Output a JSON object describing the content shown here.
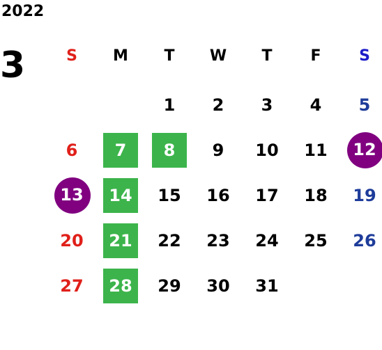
{
  "year": "2022",
  "month": "3",
  "colors": {
    "sunday": "#e0201a",
    "saturday_header": "#1c1cc9",
    "saturday": "#1e3c9a",
    "weekday": "#000000",
    "event": "#3cb44b",
    "holiday": "#800080",
    "highlight_text": "#ffffff"
  },
  "weekdays": [
    "S",
    "M",
    "T",
    "W",
    "T",
    "F",
    "S"
  ],
  "weeks": [
    [
      null,
      null,
      {
        "day": "1"
      },
      {
        "day": "2"
      },
      {
        "day": "3"
      },
      {
        "day": "4"
      },
      {
        "day": "5"
      }
    ],
    [
      {
        "day": "6"
      },
      {
        "day": "7",
        "mark": "event"
      },
      {
        "day": "8",
        "mark": "event"
      },
      {
        "day": "9"
      },
      {
        "day": "10"
      },
      {
        "day": "11"
      },
      {
        "day": "12",
        "mark": "holiday"
      }
    ],
    [
      {
        "day": "13",
        "mark": "holiday"
      },
      {
        "day": "14",
        "mark": "event"
      },
      {
        "day": "15"
      },
      {
        "day": "16"
      },
      {
        "day": "17"
      },
      {
        "day": "18"
      },
      {
        "day": "19"
      }
    ],
    [
      {
        "day": "20"
      },
      {
        "day": "21",
        "mark": "event"
      },
      {
        "day": "22"
      },
      {
        "day": "23"
      },
      {
        "day": "24"
      },
      {
        "day": "25"
      },
      {
        "day": "26"
      }
    ],
    [
      {
        "day": "27"
      },
      {
        "day": "28",
        "mark": "event"
      },
      {
        "day": "29"
      },
      {
        "day": "30"
      },
      {
        "day": "31"
      },
      null,
      null
    ]
  ]
}
